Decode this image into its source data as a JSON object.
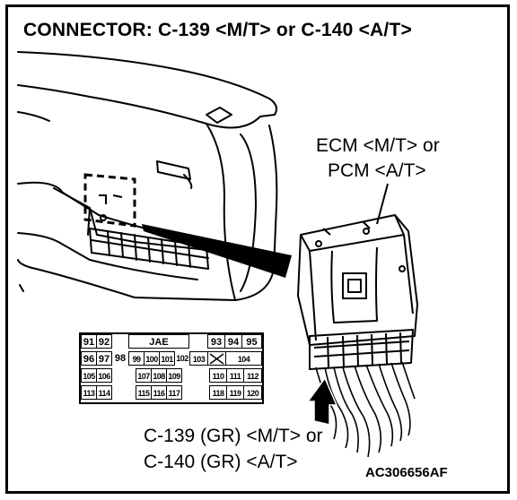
{
  "title": "CONNECTOR: C-139 <M/T> or C-140 <A/T>",
  "ecm_label": {
    "line1": "ECM <M/T> or",
    "line2": "PCM <A/T>"
  },
  "connector_label": {
    "line1": "C-139 (GR) <M/T> or",
    "line2": "C-140 (GR) <A/T>"
  },
  "figure_code": "AC306656AF",
  "connector_face": {
    "maker": "JAE",
    "row1_left": [
      "91",
      "92"
    ],
    "row1_right": [
      "93",
      "94",
      "95"
    ],
    "row2": [
      "96",
      "97",
      "98",
      "99",
      "100",
      "101",
      "102",
      "103",
      "X",
      "104"
    ],
    "row3": [
      "105",
      "106",
      "107",
      "108",
      "109",
      "110",
      "111",
      "112"
    ],
    "row4": [
      "113",
      "114",
      "115",
      "116",
      "117",
      "118",
      "119",
      "120"
    ]
  },
  "colors": {
    "line": "#000000",
    "background": "#ffffff"
  }
}
